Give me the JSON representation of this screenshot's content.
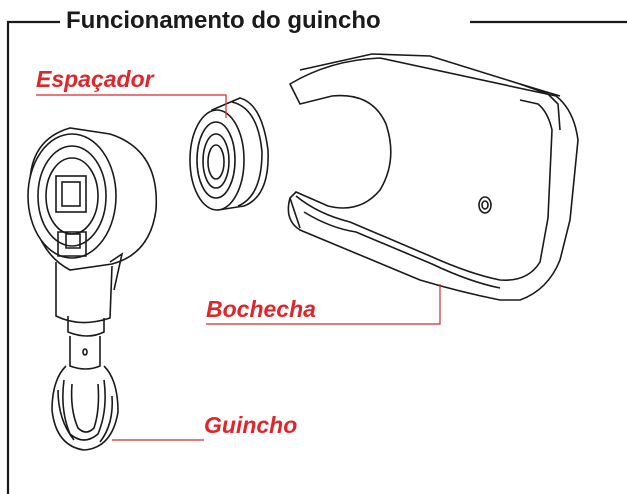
{
  "title": "Funcionamento do guincho",
  "labels": {
    "spacer": "Espaçador",
    "cheek": "Bochecha",
    "winch": "Guincho"
  },
  "colors": {
    "label": "#e0262b",
    "line": "#1a1a1a",
    "leader": "#e0262b"
  }
}
